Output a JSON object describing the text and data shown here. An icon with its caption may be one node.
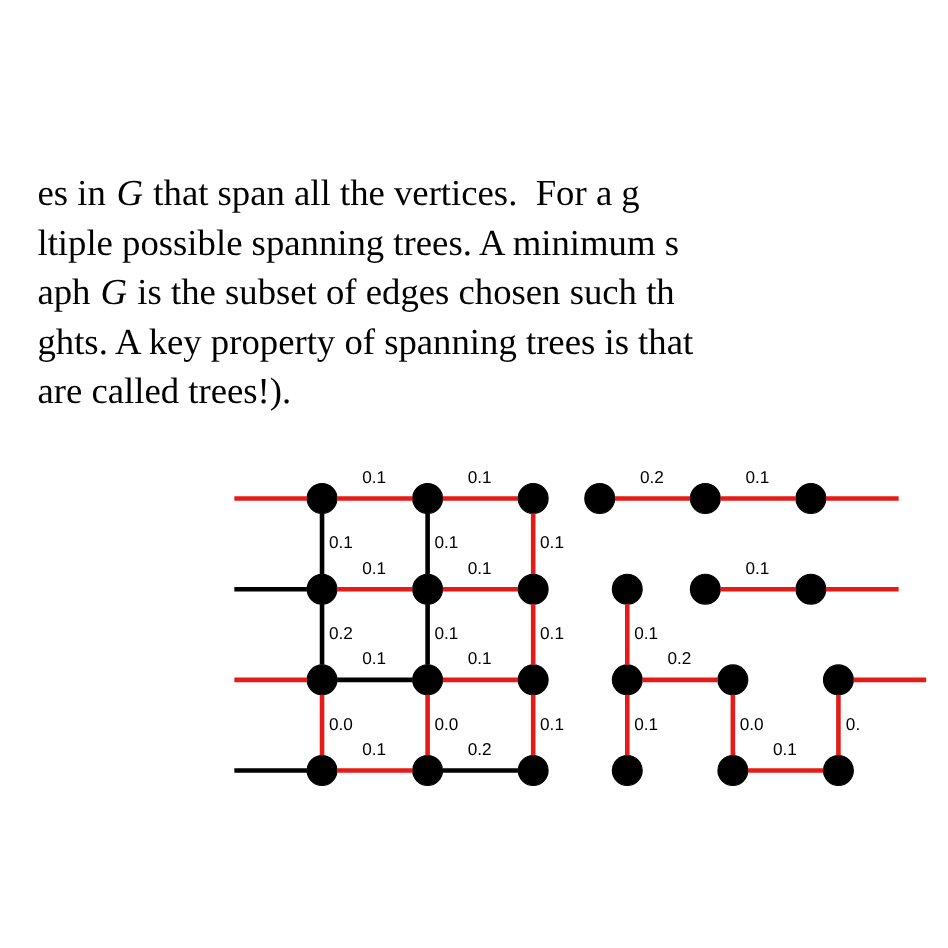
{
  "diagram": {
    "nodes": [
      {
        "text": [],
        "shape": "circle"
      },
      {
        "text": [],
        "shape": "circle"
      },
      {
        "text": [],
        "shape": "circle"
      },
      {
        "text": [],
        "shape": "circle"
      },
      {
        "text": [],
        "shape": "circle"
      },
      {
        "text": [],
        "shape": "circle"
      },
      {
        "text": [],
        "shape": "circle"
      },
      {
        "text": [],
        "shape": "circle"
      },
      {
        "text": [],
        "shape": "circle"
      },
      {
        "text": [],
        "shape": "circle"
      },
      {
        "text": [],
        "shape": "circle"
      },
      {
        "text": [],
        "shape": "circle"
      },
      {
        "text": [],
        "shape": "circle"
      },
      {
        "text": [],
        "shape": "circle"
      },
      {
        "text": [],
        "shape": "circle"
      },
      {
        "text": [],
        "shape": "circle"
      },
      {
        "text": [],
        "shape": "circle"
      },
      {
        "text": [],
        "shape": "circle"
      },
      {
        "text": [],
        "shape": "circle"
      },
      {
        "text": [],
        "shape": "circle"
      },
      {
        "text": [],
        "shape": "circle"
      },
      {
        "text": [],
        "shape": "circle"
      },
      {
        "text": [],
        "shape": "circle"
      },
      {
        "text": [],
        "shape": "circle"
      }
    ],
    "edges": [
      {
        "from": null,
        "to": 0,
        "arrow": "none"
      },
      {
        "from": 0,
        "to": 1,
        "arrow": "none",
        "label": "0.1"
      },
      {
        "from": 1,
        "to": 2,
        "arrow": "none",
        "label": "0.1"
      },
      {
        "from": null,
        "to": 3,
        "arrow": "none",
        "color": "#000000"
      },
      {
        "from": 3,
        "to": 4,
        "arrow": "none",
        "label": "0.1"
      },
      {
        "from": 4,
        "to": 5,
        "arrow": "none",
        "label": "0.1"
      },
      {
        "from": null,
        "to": 6,
        "arrow": "none"
      },
      {
        "from": 6,
        "to": 7,
        "arrow": "none",
        "label": "0.1",
        "color": "#000000"
      },
      {
        "from": 7,
        "to": 8,
        "arrow": "none",
        "label": "0.1"
      },
      {
        "from": null,
        "to": 9,
        "arrow": "none",
        "color": "#000000"
      },
      {
        "from": 9,
        "to": 10,
        "arrow": "none",
        "label": "0.1"
      },
      {
        "from": 10,
        "to": 11,
        "arrow": "none",
        "label": "0.2",
        "color": "#000000"
      },
      {
        "from": 0,
        "to": 3,
        "arrow": "none",
        "label": "0.1",
        "color": "#000000"
      },
      {
        "from": 3,
        "to": 6,
        "arrow": "none",
        "label": "0.2",
        "color": "#000000"
      },
      {
        "from": 6,
        "to": 9,
        "arrow": "none",
        "label": "0.0"
      },
      {
        "from": 1,
        "to": 4,
        "arrow": "none",
        "label": "0.1",
        "color": "#000000"
      },
      {
        "from": 4,
        "to": 7,
        "arrow": "none",
        "label": "0.1",
        "color": "#000000"
      },
      {
        "from": 7,
        "to": 10,
        "arrow": "none",
        "label": "0.0"
      },
      {
        "from": 2,
        "to": 5,
        "arrow": "none",
        "label": "0.1"
      },
      {
        "from": 5,
        "to": 8,
        "arrow": "none",
        "label": "0.1"
      },
      {
        "from": 8,
        "to": 11,
        "arrow": "none",
        "label": "0.1"
      },
      {
        "from": 12,
        "to": 13,
        "arrow": "none",
        "label": "0.2"
      },
      {
        "from": 13,
        "to": 14,
        "arrow": "none",
        "label": "0.1"
      },
      {
        "from": 14,
        "to": null,
        "arrow": "none"
      },
      {
        "from": 16,
        "to": 17,
        "arrow": "none",
        "label": "0.1"
      },
      {
        "from": 17,
        "to": null,
        "arrow": "none"
      },
      {
        "from": 18,
        "to": 19,
        "arrow": "none",
        "label": "0.2"
      },
      {
        "from": 20,
        "to": null,
        "arrow": "none"
      },
      {
        "from": 22,
        "to": 23,
        "arrow": "none",
        "label": "0.1"
      },
      {
        "from": 15,
        "to": 18,
        "arrow": "none",
        "label": "0.1"
      },
      {
        "from": 18,
        "to": 21,
        "arrow": "none",
        "label": "0.1"
      },
      {
        "from": 19,
        "to": 22,
        "arrow": "none",
        "label": "0.0"
      },
      {
        "from": 20,
        "to": 23,
        "arrow": "none",
        "label": "0."
      }
    ],
    "labels": [
      "es in *G* that span all the vertices.  For a g",
      "ltiple possible spanning trees. A minimum s",
      "aph *G* is the subset of edges chosen such th",
      "ghts. A key property of spanning trees is that",
      "are called trees!)."
    ]
  }
}
